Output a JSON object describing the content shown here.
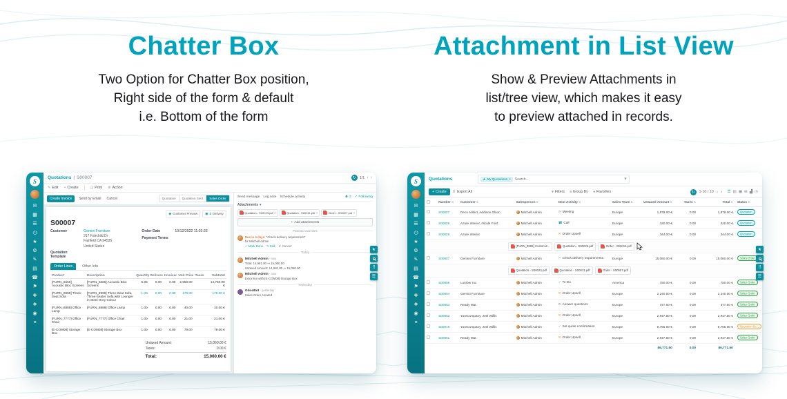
{
  "hero": {
    "left_title": "Chatter Box",
    "left_line1": "Two Option for Chatter Box position,",
    "left_line2": "Right side of the form & default",
    "left_line3": "i.e. Bottom of the form",
    "right_title": "Attachment in List View",
    "right_line1": "Show & Preview Attachments in",
    "right_line2": "list/tree view, which makes it easy",
    "right_line3": "to preview attached in records."
  },
  "colors": {
    "accent": "#00a3bb",
    "sidebar_teal": "#0b8e9d",
    "status_quotation": "#00a0b0",
    "status_sales_order": "#28a745",
    "status_quotation_sent": "#e8a33d",
    "pdf_red": "#e2574c"
  },
  "icons": {
    "logo": "S",
    "edit": "✎",
    "plus": "+",
    "print": "❏",
    "gear": "⚙",
    "sync": "↻",
    "prev": "‹",
    "next": "›",
    "person": "☻",
    "check": "✓",
    "close": "×",
    "xmark": "✗",
    "clock": "◷",
    "phone": "☎",
    "envelope": "✉",
    "star": "★",
    "caret": "▾",
    "caret_down": "▼",
    "group": "≣",
    "list": "☰",
    "kanban": "▥",
    "calendar": "▦",
    "pivot": "⊞",
    "graph": "▟",
    "dots": "⠿",
    "download": "↧",
    "sort": "⇅",
    "eye": "◉",
    "truck": "▣"
  },
  "sidebar_icons": [
    "✉",
    "▦",
    "☰",
    "◷",
    "★",
    "⚙",
    "✎",
    "▤",
    "☎",
    "⚑",
    "✚",
    "❖",
    "◉",
    "≡"
  ],
  "form": {
    "crumb_app": "Quotations",
    "crumb_sep": "|",
    "crumb_record": "S00007",
    "pager": "1/1",
    "edit_label": "Edit",
    "create_label": "Create",
    "print_label": "Print",
    "action_label": "Action",
    "create_invoice": "Create Invoice",
    "send_email": "Send by Email",
    "cancel_label": "Cancel",
    "status_quotation": "Quotation",
    "status_sent": "Quotation Sent",
    "status_order": "Sales Order",
    "smart_preview": "Customer Preview",
    "smart_delivery_count": "2",
    "smart_delivery_label": "Delivery",
    "record_name": "S00007",
    "customer_label": "Customer",
    "customer_name": "Gemini Furniture",
    "addr1": "317 Fairchild Dr",
    "addr2": "Fairfield CA 94535",
    "addr3": "United States",
    "template_label": "Quotation Template",
    "order_date_label": "Order Date",
    "order_date": "10/12/2022 11:02:23",
    "payment_terms_label": "Payment Terms",
    "tab_lines": "Order Lines",
    "tab_other": "Other Info",
    "col_product": "Product",
    "col_desc": "Description",
    "col_qty": "Quantity",
    "col_delivered": "Delivered",
    "col_invoiced": "Invoiced",
    "col_price": "Unit Price",
    "col_taxes": "Taxes",
    "col_subtotal": "Subtotal",
    "rows": [
      {
        "product": "[FURN_6666] Acoustic Bloc Screens",
        "desc": "[FURN_6666] Acoustic Bloc Screens",
        "qty": "5.00",
        "del": "0.00",
        "inv": "0.00",
        "price": "2,950.00",
        "tax": "",
        "sub": "14,750.00 €"
      },
      {
        "product": "[FURN_8999] Three-Seat Sofa",
        "desc": "[FURN_8999] Three-Seat Sofa, Three-Seater Sofa with Lounger in Steel Grey Colour",
        "qty": "1.00",
        "del": "0.00",
        "inv": "0.00",
        "price": "170.00",
        "tax": "",
        "sub": "170.00 €"
      },
      {
        "product": "[FURN_8888] Office Lamp",
        "desc": "[FURN_8888] Office Lamp",
        "qty": "1.00",
        "del": "0.00",
        "inv": "0.00",
        "price": "40.00",
        "tax": "",
        "sub": "40.00 €"
      },
      {
        "product": "[FURN_7777] Office Chair",
        "desc": "[FURN_7777] Office Chair",
        "qty": "1.00",
        "del": "0.00",
        "inv": "0.00",
        "price": "21.00",
        "tax": "",
        "sub": "21.00 €"
      },
      {
        "product": "[E-COM08] Storage Box",
        "desc": "[E-COM08] Storage Box",
        "qty": "1.00",
        "del": "0.00",
        "inv": "0.00",
        "price": "79.00",
        "tax": "",
        "sub": "79.00 €"
      }
    ],
    "untaxed_label": "Untaxed Amount:",
    "untaxed": "15,060.00 €",
    "taxes_label": "Taxes:",
    "taxes": "0.00 €",
    "total_label": "Total:",
    "total": "15,060.00 €"
  },
  "chatter": {
    "send_message": "Send message",
    "log_note": "Log note",
    "schedule_activity": "Schedule activity",
    "follower_count": "2",
    "following": "Following",
    "attachments_label": "Attachments",
    "files": [
      "Quotation - S00023.pdf",
      "Quotation - S00011.pdf",
      "Order - S00007.pdf"
    ],
    "add_attachments": "Add attachments",
    "planned": "Planned activities",
    "activity_due": "Due in 4 days:",
    "activity_name": "“Check delivery requirement”",
    "activity_for": "for Mitchell Admin",
    "mark_done": "Mark Done",
    "edit": "Edit",
    "cancel": "Cancel",
    "today": "Today",
    "yesterday": "Yesterday",
    "msg1_author": "Mitchell Admin",
    "msg1_time": "- now",
    "msg1_line1": "Total: 14,981.00 ⇒ 15,060.00",
    "msg1_line2": "Untaxed Amount: 14,981.00 ⇒ 15,060.00",
    "msg2_author": "Mitchell Admin",
    "msg2_time": "- now",
    "msg2_line1": "Extra line with [E-COM08] Storage Box",
    "msg3_author": "OdooBot",
    "msg3_time": "- yesterday",
    "msg3_line1": "Sales Order created"
  },
  "list": {
    "crumb": "Quotations",
    "filter_chip": "My Quotations",
    "search_placeholder": "Search...",
    "create": "Create",
    "export_all": "Export All",
    "filters": "Filters",
    "group_by": "Group By",
    "favorites": "Favorites",
    "pager": "1-10 / 10",
    "col_number": "Number",
    "col_customer": "Customer",
    "col_salesperson": "Salesperson",
    "col_activity": "Next Activity",
    "col_team": "Sales Team",
    "col_untaxed": "Untaxed Amount",
    "col_taxes": "Taxes",
    "col_total": "Total",
    "col_status": "Status",
    "rows": [
      {
        "number": "S00027",
        "customer": "Deco Addict, Addison Olson",
        "sales": "Mitchell Admin",
        "activity": "Meeting",
        "team": "Europe",
        "untaxed": "1,878.00 €",
        "taxes": "0.00",
        "total": "1,878.00 €",
        "status": "Quotation"
      },
      {
        "number": "S00026",
        "customer": "Azure Interior, Nicole Ford",
        "sales": "Mitchell Admin",
        "activity": "Call",
        "team": "Europe",
        "untaxed": "320.00 €",
        "taxes": "0.00",
        "total": "320.00 €",
        "status": "Quotation"
      },
      {
        "number": "S00025",
        "customer": "Azure Interior",
        "sales": "Mitchell Admin",
        "activity": "Order Upsell",
        "team": "Europe",
        "untaxed": "344.00 €",
        "taxes": "0.00",
        "total": "344.00 €",
        "status": "Quotation"
      },
      {
        "number": "S00007",
        "customer": "Gemini Furniture",
        "sales": "Mitchell Admin",
        "activity": "Check delivery requirements",
        "team": "Europe",
        "untaxed": "15,060.00 €",
        "taxes": "0.00",
        "total": "15,060.00 €",
        "status": "Sales Order"
      },
      {
        "number": "S00006",
        "customer": "Lumber Inc",
        "sales": "Mitchell Admin",
        "activity": "To Do",
        "team": "America",
        "untaxed": "750.00 €",
        "taxes": "0.00",
        "total": "750.00 €",
        "status": "Sales Order"
      },
      {
        "number": "S00004",
        "customer": "Gemini Furniture",
        "sales": "Mitchell Admin",
        "activity": "Order Upsell",
        "team": "Europe",
        "untaxed": "2,240.00 €",
        "taxes": "0.00",
        "total": "2,240.00 €",
        "status": "Sales Order"
      },
      {
        "number": "S00003",
        "customer": "Ready Mat",
        "sales": "Mitchell Admin",
        "activity": "Answer questions",
        "team": "Europe",
        "untaxed": "377.50 €",
        "taxes": "0.00",
        "total": "377.50 €",
        "status": "Sales Order"
      },
      {
        "number": "S00002",
        "customer": "YourCompany, Joel Willis",
        "sales": "Mitchell Admin",
        "activity": "Order Upsell",
        "team": "Europe",
        "untaxed": "2,947.50 €",
        "taxes": "0.00",
        "total": "2,947.50 €",
        "status": "Sales Order"
      },
      {
        "number": "S00019",
        "customer": "YourCompany, Joel Willis",
        "sales": "Mitchell Admin",
        "activity": "Set quote confirmation",
        "team": "Europe",
        "untaxed": "9,755.00 €",
        "taxes": "0.00",
        "total": "9,755.00 €",
        "status": "Quotation Sent"
      },
      {
        "number": "S00001",
        "customer": "Ready Mat",
        "sales": "Mitchell Admin",
        "activity": "Order Upsell",
        "team": "Europe",
        "untaxed": "2,947.50 €",
        "taxes": "0.00",
        "total": "2,947.50 €",
        "status": "Sales Order"
      }
    ],
    "chips_a": [
      "[FURN_8999] Customiz...",
      "Quotation - S00025.pdf",
      "Order - S00016.pdf"
    ],
    "chips_b": [
      "Quotation - S00023.pdf",
      "Quotation - S00011.pdf",
      "Order - S00007.pdf"
    ],
    "total_untaxed": "86,771.50",
    "total_taxes": "0.00",
    "total_total": "86,771.50"
  }
}
